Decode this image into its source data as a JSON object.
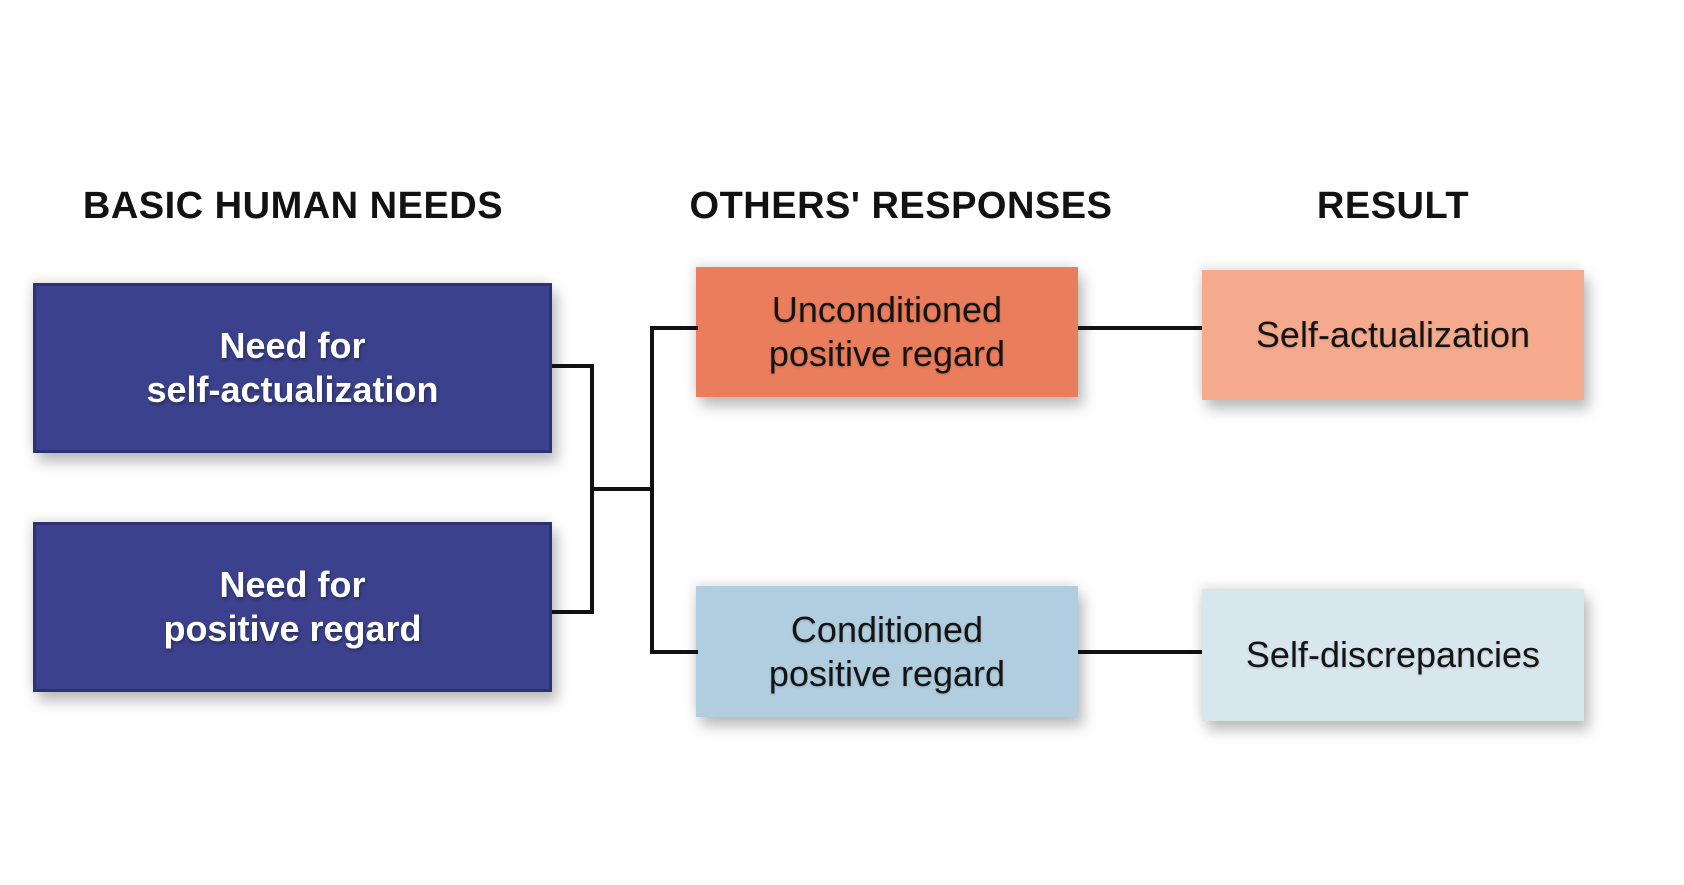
{
  "headers": {
    "basic_human_needs": "BASIC HUMAN NEEDS",
    "others_responses": "OTHERS' RESPONSES",
    "result": "RESULT"
  },
  "boxes": {
    "need_self_actualization": {
      "line1": "Need for",
      "line2": "self-actualization",
      "fill": "#3b418c",
      "text_color": "#ffffff"
    },
    "need_positive_regard": {
      "line1": "Need for",
      "line2": "positive regard",
      "fill": "#3b418c",
      "text_color": "#ffffff"
    },
    "unconditioned_positive_regard": {
      "line1": "Unconditioned",
      "line2": "positive regard",
      "fill": "#ea7d5b",
      "text_color": "#141414"
    },
    "conditioned_positive_regard": {
      "line1": "Conditioned",
      "line2": "positive regard",
      "fill": "#b0cedf",
      "text_color": "#141414"
    },
    "self_actualization": {
      "line1": "Self-actualization",
      "fill": "#f5aa8d",
      "text_color": "#141414"
    },
    "self_discrepancies": {
      "line1": "Self-discrepancies",
      "fill": "#d8e6ed",
      "text_color": "#141414"
    }
  },
  "colors": {
    "background": "#ffffff",
    "connector": "#111111",
    "header_text": "#121212",
    "needs_border": "#2c3272"
  }
}
